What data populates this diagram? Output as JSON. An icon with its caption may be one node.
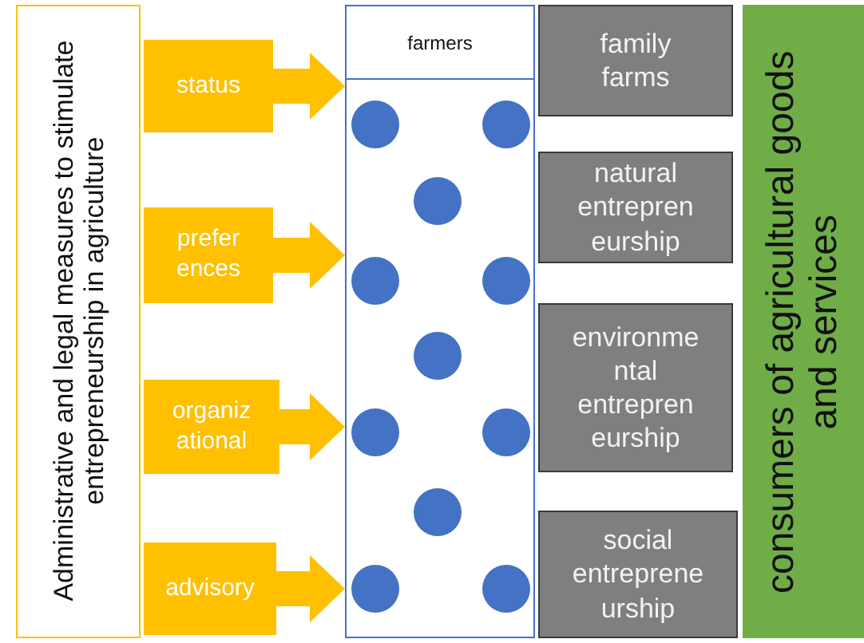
{
  "diagram": {
    "nodes": [
      {
        "text": [
          "Administrative and legal measures to stimulate entrepreneurship in agriculture"
        ]
      },
      {
        "text": [
          "status"
        ]
      },
      {
        "text": [
          "prefer ences"
        ]
      },
      {
        "text": [
          "organiz ational"
        ]
      },
      {
        "text": [
          "advisory"
        ]
      },
      {
        "text": [
          "farmers"
        ]
      },
      {
        "text": [
          "family farms"
        ]
      },
      {
        "text": [
          "natural entrepren eurship"
        ]
      },
      {
        "text": [
          "environme ntal entrepren eurship"
        ]
      },
      {
        "text": [
          "social entreprene urship"
        ]
      },
      {
        "text": [
          "consumers of agricultural goods and services"
        ]
      }
    ],
    "edges": [
      {
        "from": 1,
        "to": 5,
        "arrow": "to"
      },
      {
        "from": 2,
        "to": 5,
        "arrow": "to"
      },
      {
        "from": 3,
        "to": 5,
        "arrow": "to"
      },
      {
        "from": 4,
        "to": 5,
        "arrow": "to"
      }
    ]
  }
}
